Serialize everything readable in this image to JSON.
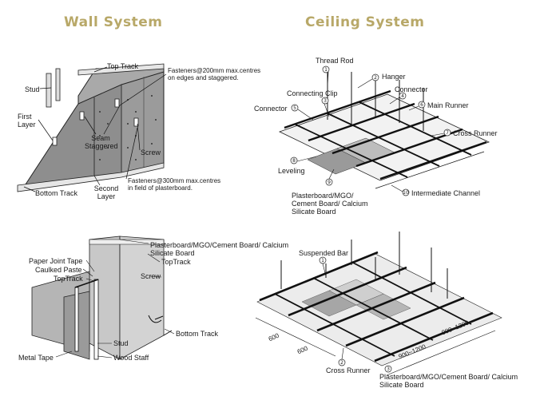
{
  "headings": {
    "wall": "Wall System",
    "ceiling": "Ceiling System"
  },
  "wall_top": {
    "top_track": "Top Track",
    "stud": "Stud",
    "fasteners_200": "Fasteners@200mm max.centres on edges and staggered.",
    "first_layer": "First Layer",
    "seam_staggered": "Seam Staggered",
    "screw": "Screw",
    "bottom_track": "Bottom Track",
    "second_layer": "Second Layer",
    "fasteners_300": "Fasteners@300mm max.centres in field of plasterboard."
  },
  "ceiling_top": {
    "thread_rod": "Thread Rod",
    "hanger": "Hanger",
    "connecting_clip": "Connecting Clip",
    "connector_right": "Connector",
    "connector_left": "Connector",
    "main_runner": "Main Runner",
    "cross_runner": "Cross Runner",
    "leveling": "Leveling",
    "intermediate_channel": "Intermediate Channel",
    "board": "Plasterboard/MGO/ Cement Board/ Calcium Silicate Board",
    "callout_numbers": [
      "1",
      "2",
      "3",
      "4",
      "5",
      "6",
      "7",
      "8",
      "9",
      "10"
    ]
  },
  "wall_bottom": {
    "board": "Plasterboard/MGO/Cement Board/ Calcium Silicate Board",
    "top_track_right": "TopTrack",
    "paper_joint_tape": "Paper Joint Tape",
    "caulked_paste": "Caulked Paste",
    "top_track_left": "TopTrack",
    "screw": "Screw",
    "bottom_track": "Bottom Track",
    "stud": "Stud",
    "metal_tape": "Metal Tape",
    "wood_staff": "Wood Staff"
  },
  "ceiling_bottom": {
    "suspended_bar": "Suspended Bar",
    "cross_runner": "Cross Runner",
    "board": "Plasterboard/MGO/Cement Board/ Calcium Silicate Board",
    "dim_600_a": "600",
    "dim_600_b": "600",
    "dim_900_a": "900~1200",
    "dim_900_b": "900~1200",
    "callout_numbers": [
      "1",
      "2",
      "3"
    ]
  },
  "colors": {
    "heading": "#b8a868",
    "board": "#8e8e8e",
    "line": "#111111"
  }
}
